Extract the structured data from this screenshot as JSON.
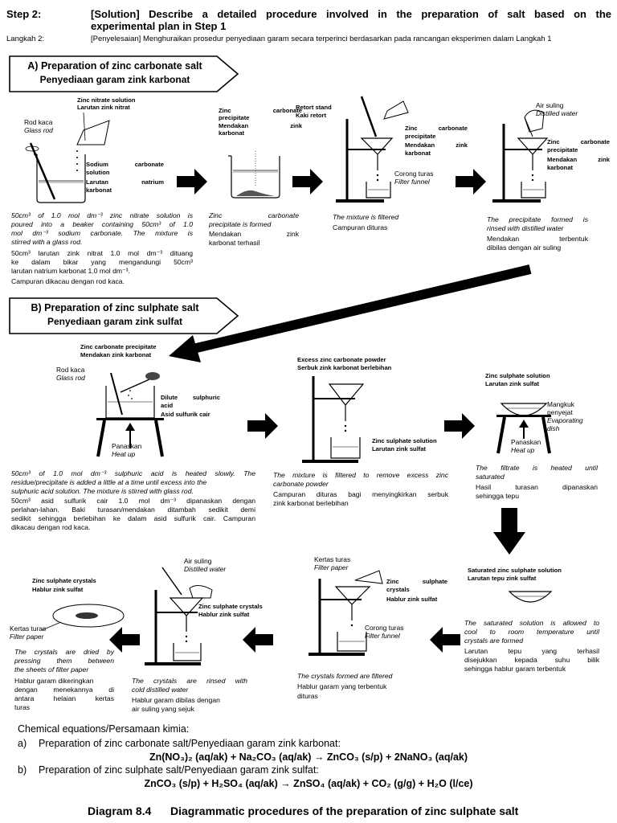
{
  "header": {
    "step_label": "Step 2:",
    "step_text_line1": "[Solution] Describe a detailed procedure involved in the preparation of salt based on the",
    "step_text_line2": "experimental plan in Step 1",
    "langkah_label": "Langkah 2:",
    "langkah_text": "[Penyelesaian] Menghuraikan prosedur penyediaan garam secara terperinci berdasarkan pada rancangan eksperimen dalam Langkah 1"
  },
  "section_a": {
    "title": "A) Preparation of zinc carbonate salt",
    "subtitle": "Penyediaan garam zink karbonat",
    "step1": {
      "labels": {
        "nitrate_en": "Zinc nitrate solution",
        "nitrate_ms": "Larutan zink nitrat",
        "rod_ms": "Rod kaca",
        "rod_en": "Glass rod",
        "carbonate_en1": "Sodium carbonate",
        "carbonate_en2": "solution",
        "carbonate_ms1": "Larutan natrium",
        "carbonate_ms2": "karbonat"
      },
      "caption_en_1": "50cm³ of 1.0 mol dm⁻³ zinc nitrate solution is",
      "caption_en_2": "poured into a beaker containing 50cm³ of 1.0",
      "caption_en_3": "mol dm⁻³ sodium carbonate. The mixture is",
      "caption_en_4": "stirred with a glass rod.",
      "caption_ms_1": "50cm³ larutan zink nitrat 1.0 mol dm⁻³ dituang",
      "caption_ms_2": "ke dalam bikar yang mengandungi 50cm³",
      "caption_ms_3": "larutan natrium karbonat 1.0 mol dm⁻³.",
      "caption_ms_4": "Campuran dikacau dengan rod kaca."
    },
    "step2": {
      "label_en1": "Zinc carbonate",
      "label_en2": "precipitate",
      "label_ms1": "Mendakan zink",
      "label_ms2": "karbonat",
      "caption_en1": "Zinc carbonate",
      "caption_en2": "precipitate is formed",
      "caption_ms1": "Mendakan zink",
      "caption_ms2": "karbonat terhasil"
    },
    "step3": {
      "retort_en": "Retort stand",
      "retort_ms": "Kaki retort",
      "ppt_en1": "Zinc carbonate",
      "ppt_en2": "precipitate",
      "ppt_ms1": "Mendakan zink",
      "ppt_ms2": "karbonat",
      "funnel_ms": "Corong turas",
      "funnel_en": "Filter funnel",
      "caption_en": "The mixture is filtered",
      "caption_ms": "Campuran dituras"
    },
    "step4": {
      "water_ms": "Air suling",
      "water_en": "Distilled water",
      "ppt_en1": "Zinc carbonate",
      "ppt_en2": "precipitate",
      "ppt_ms1": "Mendakan zink",
      "ppt_ms2": "karbonat",
      "caption_en1": "The precipitate formed is",
      "caption_en2": "rinsed with distilled water",
      "caption_ms1": "Mendakan terbentuk",
      "caption_ms2": "dibilas dengan air suling"
    }
  },
  "section_b": {
    "title": "B) Preparation of zinc sulphate salt",
    "subtitle": "Penyediaan garam zink sulfat",
    "step1": {
      "ppt_en": "Zinc carbonate precipitate",
      "ppt_ms": "Mendakan zink karbonat",
      "rod_ms": "Rod kaca",
      "rod_en": "Glass rod",
      "acid_en1": "Dilute sulphuric",
      "acid_en2": "acid",
      "acid_ms": "Asid sulfurik cair",
      "heat_ms": "Panaskan",
      "heat_en": "Heat up",
      "caption_en_1": "50cm³ of 1.0 mol dm⁻³ sulphuric acid is heated slowly. The",
      "caption_en_2": "residue/precipitate is added a little at a time until excess into the",
      "caption_en_3": "sulphuric acid solution. The mixture is stirred with glass rod.",
      "caption_ms_1": "50cm³ asid sulfurik cair 1.0 mol dm⁻³ dipanaskan dengan",
      "caption_ms_2": "perlahan-lahan. Baki turasan/mendakan ditambah sedikit demi",
      "caption_ms_3": "sedikit sehingga berlebihan ke dalam asid sulfurik cair. Campuran",
      "caption_ms_4": "dikacau dengan rod kaca."
    },
    "step2": {
      "excess_en": "Excess zinc carbonate powder",
      "excess_ms": "Serbuk zink karbonat berlebihan",
      "sol_en": "Zinc sulphate solution",
      "sol_ms": "Larutan zink sulfat",
      "caption_en1": "The mixture is filtered to remove excess zinc",
      "caption_en2": "carbonate powder",
      "caption_ms1": "Campuran dituras bagi menyingkirkan serbuk",
      "caption_ms2": "zink karbonat berlebihan"
    },
    "step3": {
      "sol_en": "Zinc sulphate solution",
      "sol_ms": "Larutan zink sulfat",
      "dish_ms1": "Mangkuk",
      "dish_ms2": "penyejat",
      "dish_en1": "Evaporating",
      "dish_en2": "dish",
      "heat_ms": "Panaskan",
      "heat_en": "Heat up",
      "caption_en1": "The filtrate is heated until",
      "caption_en2": "saturated",
      "caption_ms1": "Hasil turasan dipanaskan",
      "caption_ms2": "sehingga tepu"
    },
    "step4": {
      "sat_en": "Saturated zinc sulphate solution",
      "sat_ms": "Larutan tepu zink sulfat",
      "caption_en1": "The saturated solution is allowed to",
      "caption_en2": "cool to room temperature until",
      "caption_en3": "crystals are formed",
      "caption_ms1": "Larutan tepu yang terhasil",
      "caption_ms2": "disejukkan kepada suhu bilik",
      "caption_ms3": "sehingga hablur garam terbentuk"
    },
    "step5": {
      "paper_ms": "Kertas turas",
      "paper_en": "Filter paper",
      "cry_en1": "Zinc sulphate",
      "cry_en2": "crystals",
      "cry_ms": "Hablur zink sulfat",
      "funnel_ms": "Corong turas",
      "funnel_en": "Filter funnel",
      "caption_en": "The crystals formed are filtered",
      "caption_ms1": "Hablur garam yang terbentuk",
      "caption_ms2": "dituras"
    },
    "step6": {
      "water_ms": "Air suling",
      "water_en": "Distilled water",
      "cry_en": "Zinc sulphate crystals",
      "cry_ms": "Hablur zink sulfat",
      "caption_en1": "The crystals are rinsed with",
      "caption_en2": "cold distilled water",
      "caption_ms1": "Hablur garam dibilas dengan",
      "caption_ms2": "air suling yang sejuk"
    },
    "step7": {
      "cry_en": "Zinc sulphate crystals",
      "cry_ms": "Hablur zink sulfat",
      "paper_ms": "Kertas turas",
      "paper_en": "Filter paper",
      "caption_en1": "The crystals are dried by",
      "caption_en2": "pressing them between",
      "caption_en3": "the sheets of filter paper",
      "caption_ms1": "Hablur garam dikeringkan",
      "caption_ms2": "dengan menekannya di",
      "caption_ms3": "antara helaian kertas",
      "caption_ms4": "turas"
    }
  },
  "equations": {
    "heading": "Chemical equations/Persamaan kimia:",
    "a_label": "a)",
    "a_text": "Preparation of zinc carbonate salt/Penyediaan garam zink karbonat:",
    "a_eq": "Zn(NO₃)₂ (aq/ak) + Na₂CO₃ (aq/ak) → ZnCO₃ (s/p) + 2NaNO₃ (aq/ak)",
    "b_label": "b)",
    "b_text": "Preparation of zinc sulphate salt/Penyediaan garam zink sulfat:",
    "b_eq": "ZnCO₃ (s/p) + H₂SO₄ (aq/ak) → ZnSO₄ (aq/ak) + CO₂ (g/g) + H₂O (l/ce)"
  },
  "footer": {
    "diagram_label": "Diagram 8.4",
    "diagram_title": "Diagrammatic procedures of the preparation of zinc sulphate salt"
  }
}
